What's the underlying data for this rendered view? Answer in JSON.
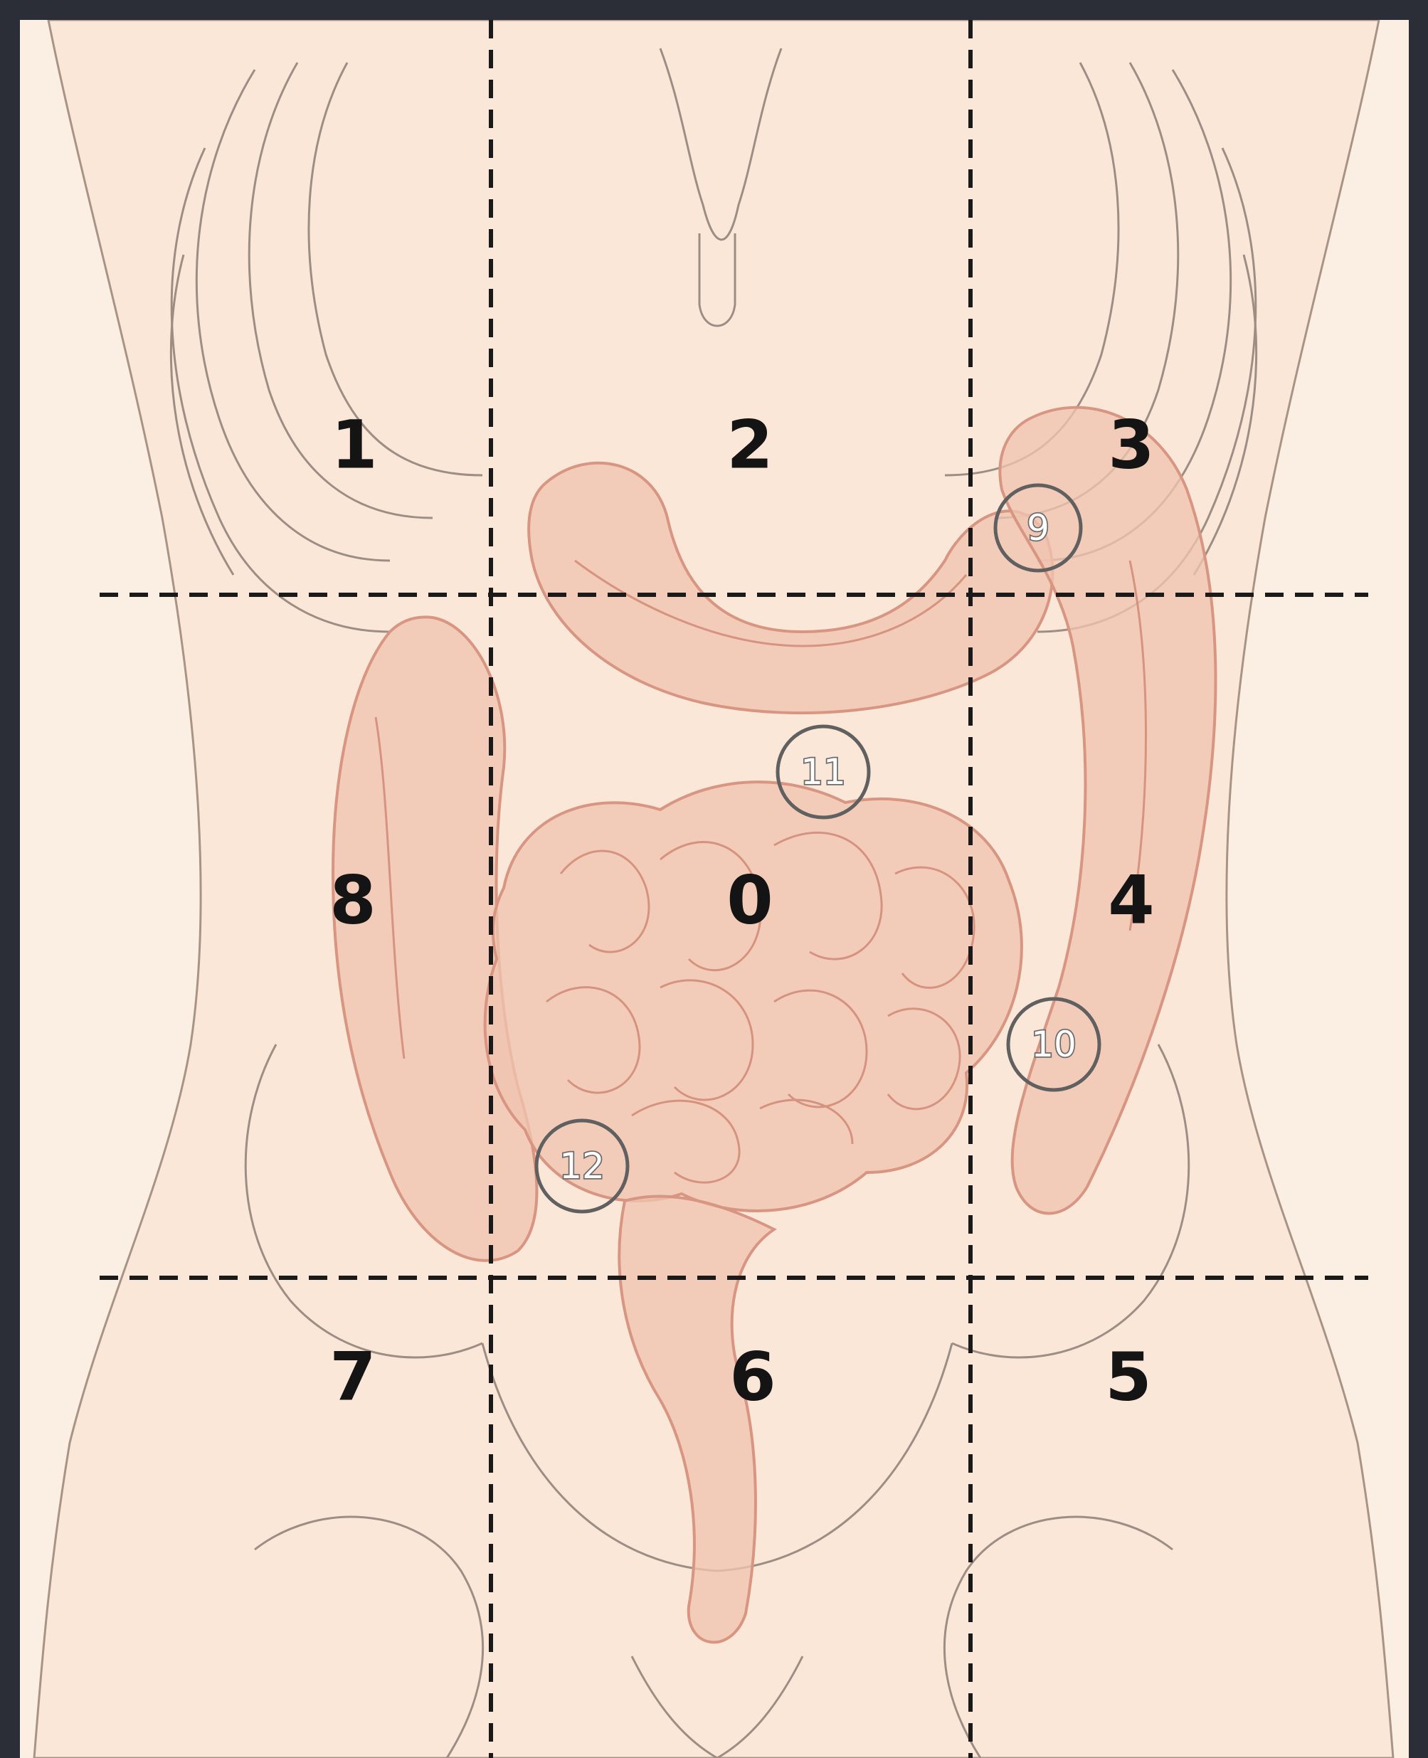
{
  "diagram": {
    "regions": [
      {
        "id": "region-1",
        "label": "1"
      },
      {
        "id": "region-2",
        "label": "2"
      },
      {
        "id": "region-3",
        "label": "3"
      },
      {
        "id": "region-8",
        "label": "8"
      },
      {
        "id": "region-0",
        "label": "0"
      },
      {
        "id": "region-4",
        "label": "4"
      },
      {
        "id": "region-7",
        "label": "7"
      },
      {
        "id": "region-6",
        "label": "6"
      },
      {
        "id": "region-5",
        "label": "5"
      }
    ],
    "points": [
      {
        "id": "point-9",
        "label": "9"
      },
      {
        "id": "point-11",
        "label": "11"
      },
      {
        "id": "point-10",
        "label": "10"
      },
      {
        "id": "point-12",
        "label": "12"
      }
    ],
    "colors": {
      "background": "#2b2e37",
      "skin": "#fbeee3",
      "intestine_fill": "#f0c4b0",
      "intestine_stroke": "#d89682",
      "bone_stroke": "#9c8e84",
      "divider": "#1a1a1a"
    }
  }
}
